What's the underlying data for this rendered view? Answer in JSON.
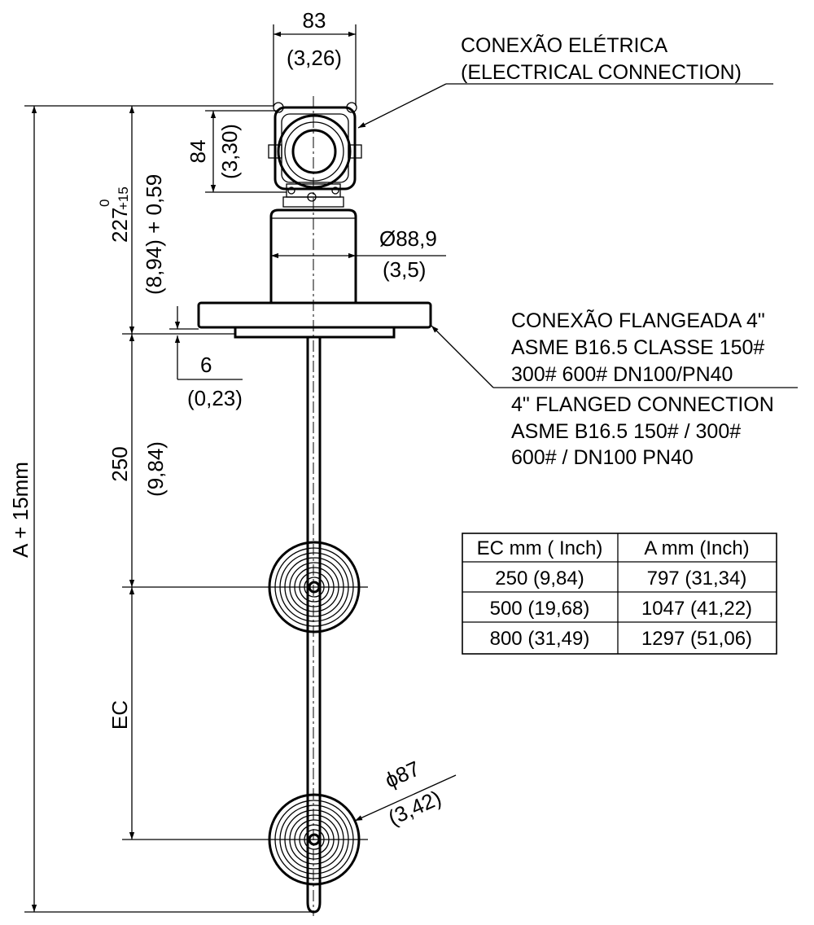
{
  "dimensions": {
    "head_width_mm": "83",
    "head_width_in": "(3,26)",
    "head_height_mm": "84",
    "head_height_in": "(3,30)",
    "overall_to_flange_mm": "227",
    "tol_upper": "0",
    "tol_lower": "+15",
    "overall_to_flange_in": "(8,94) + 0,59",
    "body_diameter_mm": "Ø88,9",
    "body_diameter_in": "(3,5)",
    "flange_gap_mm": "6",
    "flange_gap_in": "(0,23)",
    "first_float_mm": "250",
    "first_float_in": "(9,84)",
    "float_spacing": "EC",
    "total_length": "A + 15mm",
    "float_diameter_mm": "ϕ87",
    "float_diameter_in": "(3,42)"
  },
  "callouts": {
    "electrical_pt": "CONEXÃO ELÉTRICA",
    "electrical_en": "(ELECTRICAL CONNECTION)",
    "flange_pt": [
      "CONEXÃO FLANGEADA 4\"",
      "ASME B16.5 CLASSE 150#",
      "300# 600# DN100/PN40"
    ],
    "flange_en": [
      "4\" FLANGED CONNECTION",
      "ASME B16.5 150# / 300#",
      "600# / DN100 PN40"
    ]
  },
  "table": {
    "headers": [
      "EC mm ( Inch)",
      "A mm (Inch)"
    ],
    "rows": [
      [
        "250 (9,84)",
        "797 (31,34)"
      ],
      [
        "500 (19,68)",
        "1047 (41,22)"
      ],
      [
        "800 (31,49)",
        "1297 (51,06)"
      ]
    ]
  }
}
